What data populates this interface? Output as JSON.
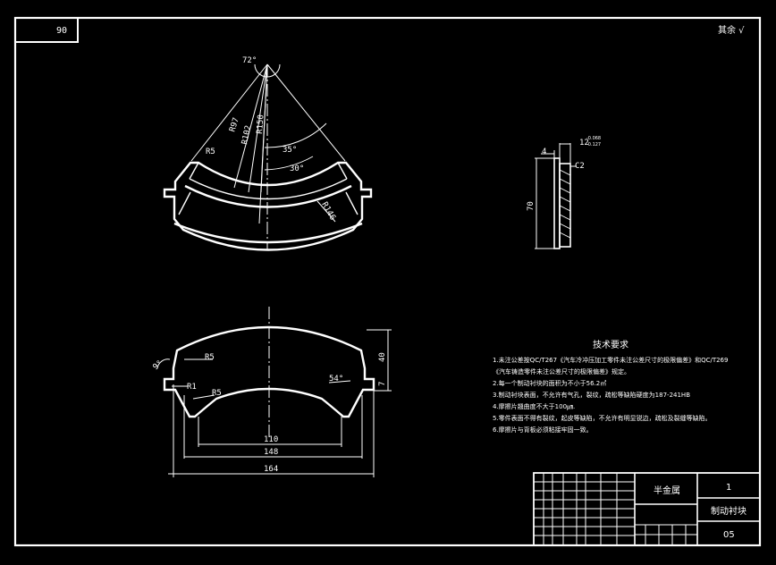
{
  "drawing": {
    "sheet_number": "90",
    "roughness_note": "其余 √",
    "top_view": {
      "angle_top": "72°",
      "angle_35": "35°",
      "angle_30": "30°",
      "r5": "R5",
      "r97": "R97",
      "r102": "R102",
      "r150": "R150",
      "r146": "R146"
    },
    "side_view": {
      "dim_4": "4",
      "dim_12": "12",
      "tol_upper": "-0.068",
      "tol_lower": "-0.127",
      "chamfer": "C2",
      "dim_70": "70"
    },
    "front_view": {
      "angle_9": "9°",
      "r5_top": "R5",
      "r1": "R1",
      "r5_bottom": "R5",
      "angle_54": "54°",
      "dim_40": "40",
      "dim_7": "7",
      "dim_110": "110",
      "dim_148": "148",
      "dim_164": "164"
    },
    "tech_requirements": {
      "title": "技术要求",
      "lines": [
        "1.未注公差按QC/T267《汽车冷冲压加工零件未注公差尺寸的极限偏差》和QC/T269",
        "《汽车铸造零件未注公差尺寸的极限偏差》规定。",
        "2.每一个制动衬块的面积为不小于56.2㎡",
        "3.制动衬块表面，不允许有气孔，裂纹，疏松等缺陷硬度为187-241HB",
        "4.摩擦片翘曲度不大于100㎛.",
        "5.零件表面不得有裂纹，起皮等缺陷，不允许有明显锐边，疏松及裂缝等缺陷。",
        "6.摩擦片与背板必须粘接牢固一致。"
      ]
    },
    "title_block": {
      "material": "半金属",
      "quantity": "1",
      "part_name": "制动衬块",
      "drawing_no": "05"
    }
  }
}
